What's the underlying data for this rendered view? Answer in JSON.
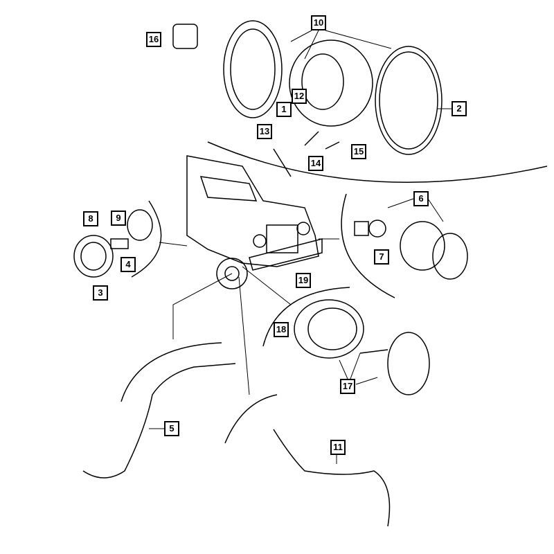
{
  "diagram": {
    "callouts": [
      "16",
      "10",
      "12",
      "1",
      "2",
      "13",
      "14",
      "15",
      "8",
      "9",
      "4",
      "3",
      "6",
      "7",
      "19",
      "18",
      "17",
      "5",
      "11"
    ]
  },
  "colors": {
    "line": "#000000",
    "background": "#ffffff"
  }
}
